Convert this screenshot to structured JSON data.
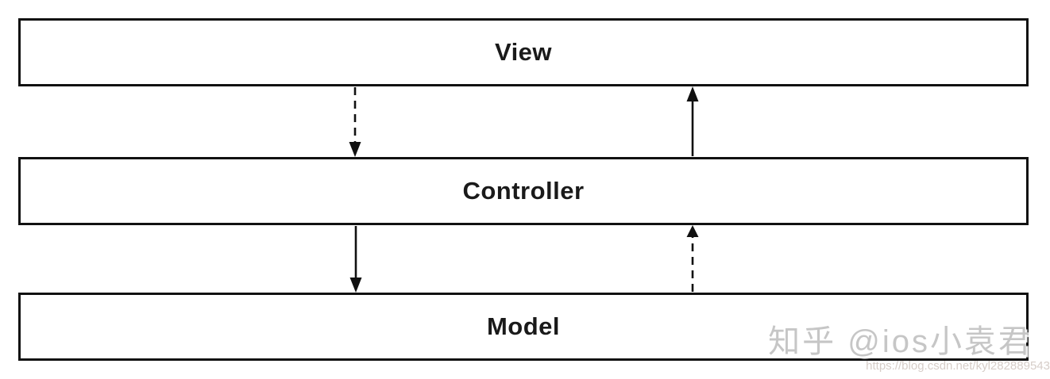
{
  "diagram": {
    "boxes": [
      {
        "id": "view",
        "label": "View"
      },
      {
        "id": "controller",
        "label": "Controller"
      },
      {
        "id": "model",
        "label": "Model"
      }
    ],
    "arrows": [
      {
        "from": "view",
        "to": "controller",
        "style": "dashed",
        "direction": "down"
      },
      {
        "from": "controller",
        "to": "view",
        "style": "solid",
        "direction": "up"
      },
      {
        "from": "controller",
        "to": "model",
        "style": "solid",
        "direction": "down"
      },
      {
        "from": "model",
        "to": "controller",
        "style": "dashed",
        "direction": "up"
      }
    ],
    "colors": {
      "line": "#111111",
      "box_fill": "#ffffff",
      "label_text": "#1a1a1a",
      "watermark_text": "#c6c6c6",
      "url_watermark_text": "#d4cbc6"
    }
  },
  "watermarks": {
    "zhihu": "知乎 @ios小袁君",
    "url": "https://blog.csdn.net/kyl282889543"
  }
}
